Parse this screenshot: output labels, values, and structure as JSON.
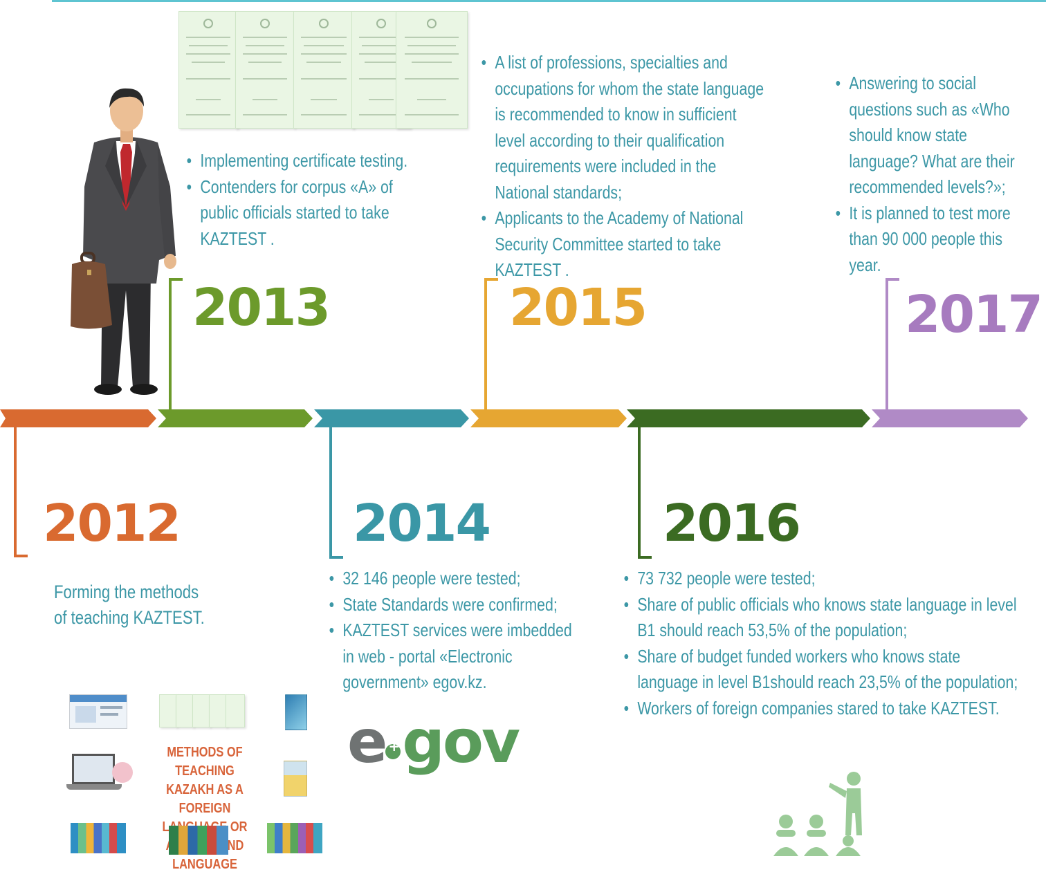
{
  "timeline": [
    {
      "year": "2012",
      "color": "#d96a30",
      "text": "Forming the methods of teaching  KAZTEST."
    },
    {
      "year": "2013",
      "color": "#6c9a2b",
      "bullets": [
        "Implementing certificate testing.",
        "Contenders for corpus «A» of public officials started to take KAZTEST ."
      ]
    },
    {
      "year": "2014",
      "color": "#3a97a6",
      "bullets": [
        "32 146 people were tested;",
        "State Standards were confirmed;",
        "KAZTEST services were imbedded in web - portal «Electronic government» egov.kz."
      ]
    },
    {
      "year": "2015",
      "color": "#e6a632",
      "bullets": [
        "A list of professions, specialties and occupations for whom the state language is recommended to know in sufficient level according to their qualification requirements were included in the National standards;",
        "Applicants to the Academy of  National Security Committee started to take KAZTEST ."
      ]
    },
    {
      "year": "2016",
      "color": "#3b6b22",
      "bullets": [
        "73 732 people were tested;",
        "Share of public officials who knows state language in level B1 should reach 53,5% of the population;",
        "Share of budget funded workers who knows state language in level B1should reach  23,5% of the population;",
        "Workers of foreign companies stared to take KAZTEST."
      ]
    },
    {
      "year": "2017",
      "color": "#a77bbf",
      "bullets": [
        "Answering to social questions such as «Who should know state language? What are their recommended levels?»;",
        "It is planned to test more than 90 000 people this year."
      ]
    }
  ],
  "arrow_colors": [
    "#d96a30",
    "#6c9a2b",
    "#3a97a6",
    "#e6a632",
    "#3b6b22",
    "#b08ac6"
  ],
  "methods_book": {
    "title": "METHODS OF TEACHING KAZAKH AS A FOREIGN LANGUAGE OR AS A SECOND LANGUAGE"
  },
  "egov_logo": {
    "text_e": "e",
    "text_gov": "gov"
  },
  "icons": [
    "businessman-illustration",
    "certificate-stack",
    "people-teacher-icon"
  ]
}
